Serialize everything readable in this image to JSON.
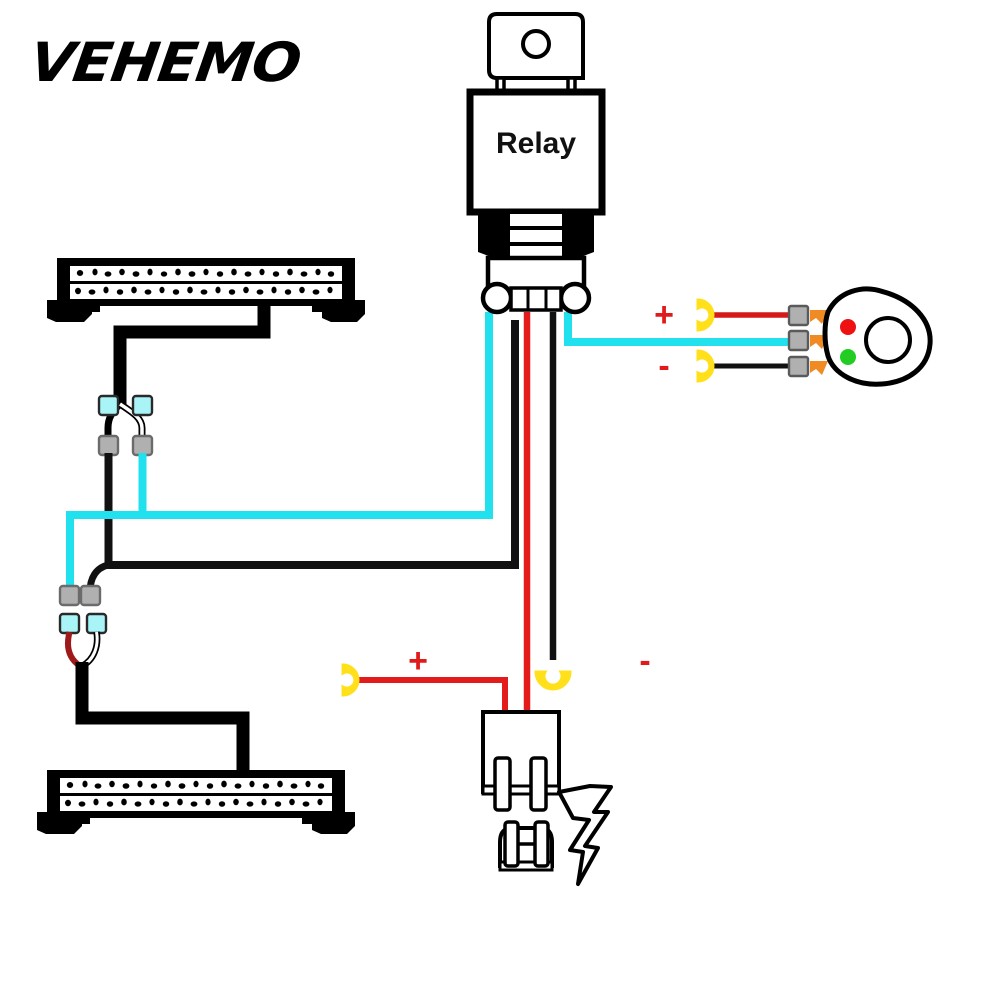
{
  "brand": {
    "name": "VEHEMO"
  },
  "components": {
    "relay": {
      "label": "Relay",
      "type": "automotive-relay",
      "terminal_count": 4
    },
    "rocker_switch": {
      "type": "on-off-rocker-switch",
      "led_indicators": [
        {
          "name": "red-led",
          "color": "#ee1111"
        },
        {
          "name": "green-led",
          "color": "#22cc22"
        }
      ],
      "terminals": [
        {
          "name": "positive-terminal",
          "wire_color": "#d61a1a",
          "sign": "+"
        },
        {
          "name": "signal-terminal",
          "wire_color": "#22e1ef",
          "sign": ""
        },
        {
          "name": "negative-terminal",
          "wire_color": "#111111",
          "sign": "-"
        }
      ]
    },
    "light_bar_top": {
      "type": "dual-row-led-light-bar",
      "position": "top-left"
    },
    "light_bar_bottom": {
      "type": "dual-row-led-light-bar",
      "position": "bottom-left"
    },
    "fuse_holder": {
      "type": "inline-blade-fuse-holder"
    },
    "blade_fuse": {
      "type": "blade-fuse"
    },
    "lightning_symbol": {
      "type": "electrical-power-symbol"
    }
  },
  "labels": {
    "switch_positive": "+",
    "switch_negative": "-",
    "battery_positive": "+",
    "battery_negative": "-"
  },
  "colors": {
    "wire_red": "#e41b1b",
    "wire_black": "#111111",
    "wire_cyan": "#22e1ef",
    "wire_white": "#ffffff",
    "wire_darkred": "#9e1a1a",
    "terminal_gray": "#b0b0b0",
    "terminal_cyan": "#a8f4f7",
    "terminal_orange": "#f08a22",
    "led_red": "#ee1111",
    "led_green": "#22cc22",
    "ring_terminal_yellow": "#ffe01a",
    "sign_red": "#e01b1b",
    "outline": "#000000",
    "background": "#ffffff"
  },
  "connectors": {
    "top_pair": {
      "name": "top-light-bar-connector",
      "female_terminals": 2,
      "male_terminals": 2
    },
    "bottom_pair": {
      "name": "bottom-light-bar-connector",
      "female_terminals": 2,
      "male_terminals": 2
    }
  }
}
